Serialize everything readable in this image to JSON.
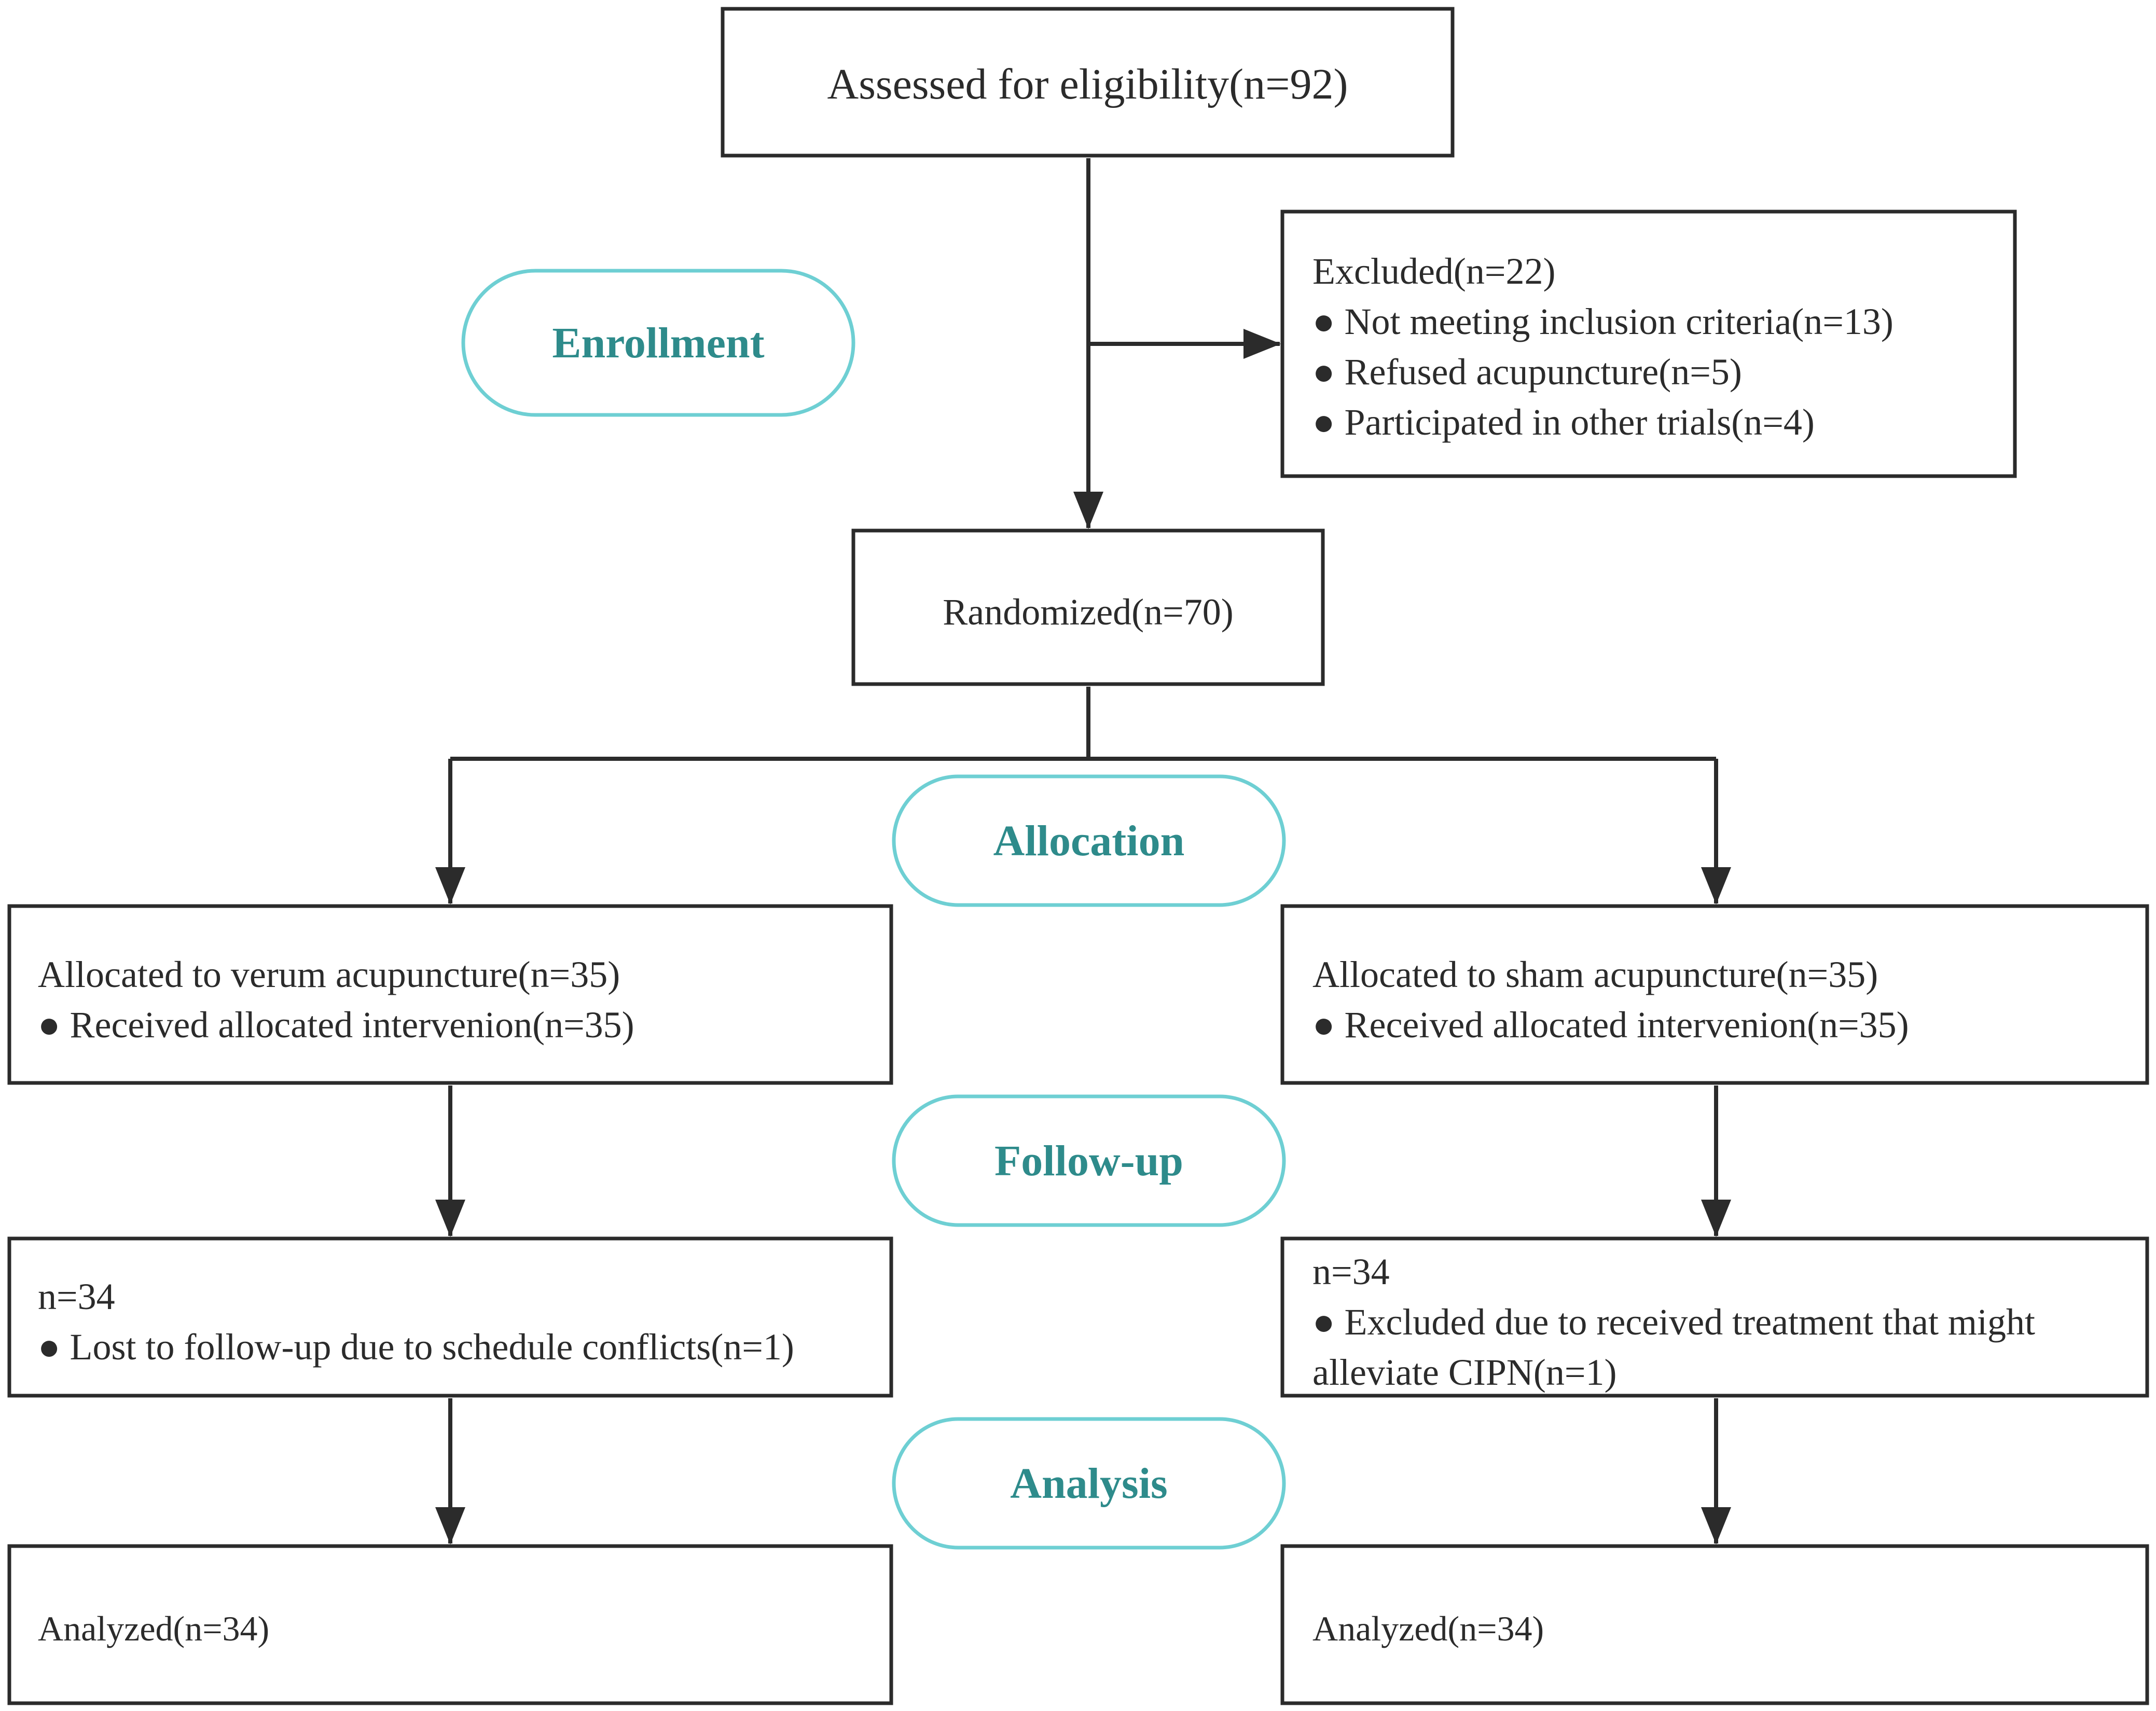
{
  "colors": {
    "stage_border": "#6ecfd3",
    "stage_text": "#2e8b8b",
    "box_border": "#2b2b2b",
    "arrow": "#2b2b2b",
    "text": "#2b2b2b"
  },
  "stages": {
    "enrollment": "Enrollment",
    "allocation": "Allocation",
    "follow_up": "Follow-up",
    "analysis": "Analysis"
  },
  "boxes": {
    "assessed": [
      "Assessed for eligibility(n=92)"
    ],
    "excluded": [
      "Excluded(n=22)",
      "● Not meeting inclusion criteria(n=13)",
      "● Refused acupuncture(n=5)",
      "● Participated in other trials(n=4)"
    ],
    "randomized": [
      "Randomized(n=70)"
    ],
    "allocated_verum": [
      "Allocated to verum acupuncture(n=35)",
      "● Received allocated intervenion(n=35)"
    ],
    "allocated_sham": [
      "Allocated to sham acupuncture(n=35)",
      "● Received allocated intervenion(n=35)"
    ],
    "followup_verum": [
      "n=34",
      "● Lost to follow-up due to schedule conflicts(n=1)"
    ],
    "followup_sham": [
      "n=34",
      "● Excluded due to received treatment that might",
      "alleviate CIPN(n=1)"
    ],
    "analyzed_verum": [
      "Analyzed(n=34)"
    ],
    "analyzed_sham": [
      "Analyzed(n=34)"
    ]
  }
}
